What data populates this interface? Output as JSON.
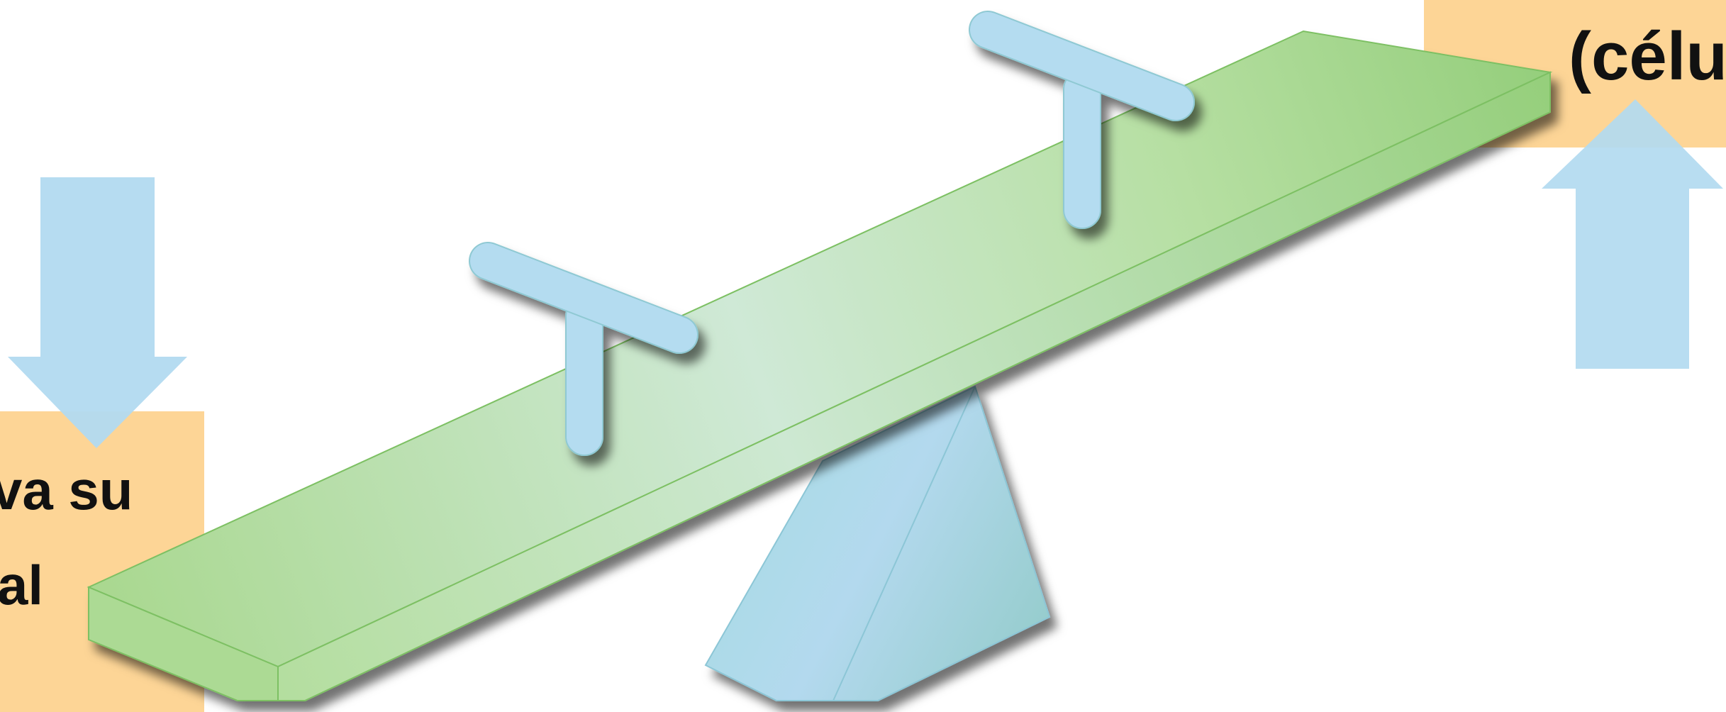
{
  "colors": {
    "label_box": "#FDD596",
    "arrow": "#B2DAF0",
    "plank": "#A7D88E",
    "plank_light": "#D2EAD5",
    "fulcrum": "#ABD8E9",
    "handle": "#B4DCF0",
    "text": "#111111"
  },
  "left_label": {
    "lines": [
      "va su",
      "al"
    ]
  },
  "right_label": {
    "text": "(célul"
  },
  "icons": {
    "left_arrow": "arrow-down-icon",
    "right_arrow": "arrow-up-icon"
  }
}
